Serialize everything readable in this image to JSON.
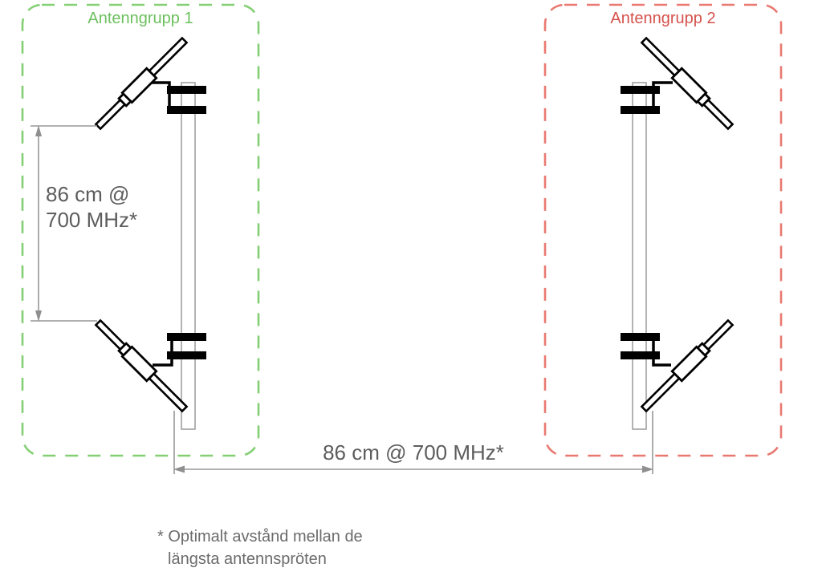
{
  "diagram": {
    "title": "antenna-group-spacing-diagram",
    "groups": [
      {
        "label": "Antenngrupp 1",
        "side": "left",
        "text_color": "#6cc05e",
        "border_color": "#84cf74"
      },
      {
        "label": "Antenngrupp 2",
        "side": "right",
        "text_color": "#d5524c",
        "border_color": "#e97970"
      }
    ],
    "measurements": {
      "vertical": {
        "line1": "86 cm @",
        "line2": "700 MHz*",
        "value": "86 cm",
        "frequency": "700 MHz"
      },
      "horizontal": {
        "label": "86 cm @ 700 MHz*",
        "value": "86 cm",
        "frequency": "700 MHz"
      }
    },
    "footnote": {
      "line1": "* Optimalt avstånd mellan de",
      "line2": "längsta antennspröten"
    },
    "colors": {
      "dimension_line": "#979797",
      "dimension_arrow": "#8f8f8f",
      "dimension_text": "#5d5d5d",
      "footnote_text": "#6b6b6b",
      "structure": "#000000",
      "mast_outline": "#9a9a9a",
      "background": "#ffffff"
    }
  }
}
